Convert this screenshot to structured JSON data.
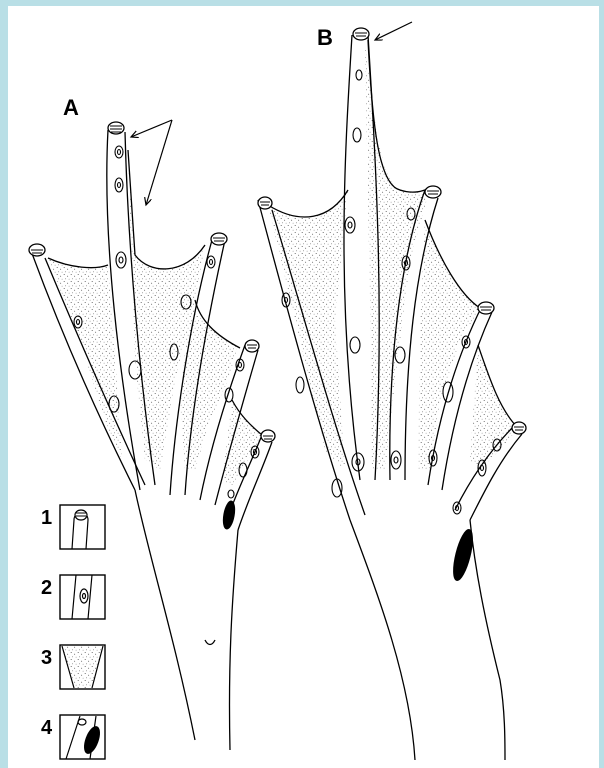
{
  "figure": {
    "panel_labels": {
      "a": "A",
      "b": "B"
    },
    "legend": [
      {
        "num": "1",
        "icon": "toe-tip-icon"
      },
      {
        "num": "2",
        "icon": "toe-segment-icon"
      },
      {
        "num": "3",
        "icon": "web-membrane-icon"
      },
      {
        "num": "4",
        "icon": "metatarsal-tubercle-icon"
      }
    ]
  }
}
